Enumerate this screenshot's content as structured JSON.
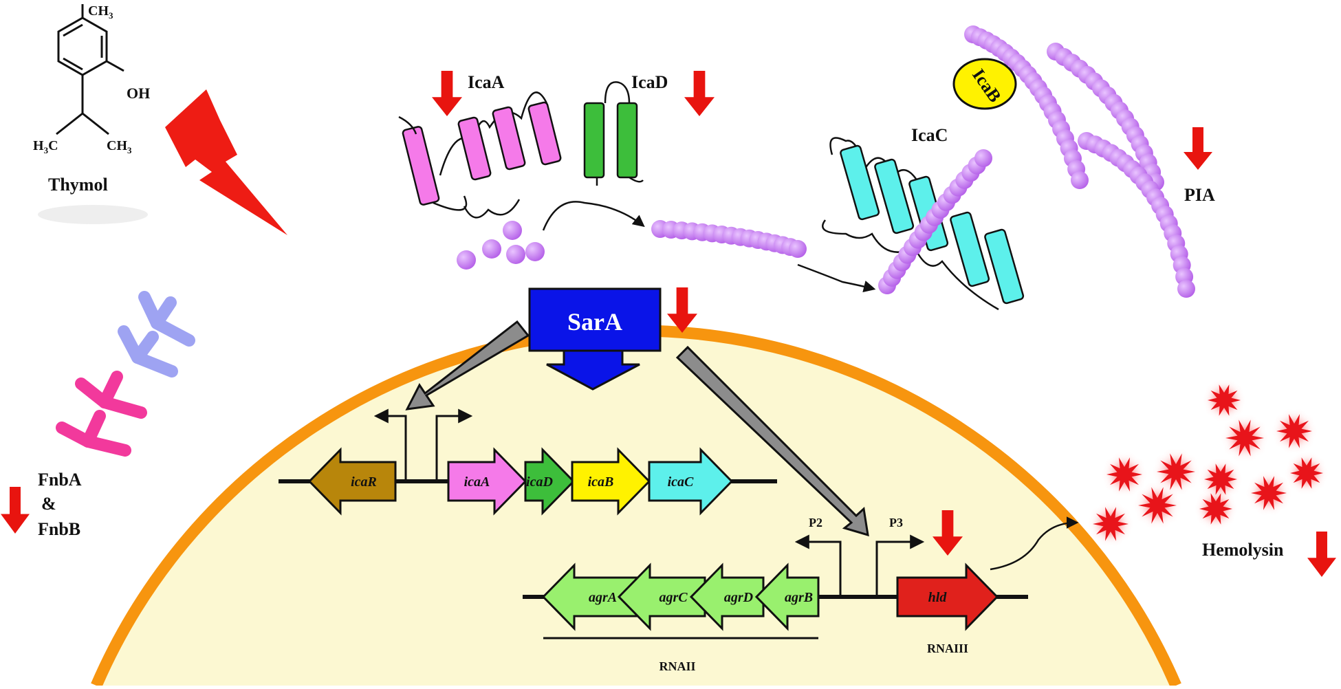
{
  "thymol": {
    "name": "Thymol",
    "methyl_top": "CH",
    "methyl_top_sub": "3",
    "hydroxyl": "OH",
    "methyl_left": "H",
    "methyl_left_sub": "3",
    "methyl_left_c": "C",
    "methyl_right": "CH",
    "methyl_right_sub": "3"
  },
  "membrane_proteins": {
    "icaA": "IcaA",
    "icaD": "IcaD",
    "icaB": "IcaB",
    "icaC": "IcaC",
    "pia": "PIA"
  },
  "regulator": {
    "sarA": "SarA"
  },
  "ica_operon": [
    "icaR",
    "icaA",
    "icaD",
    "icaB",
    "icaC"
  ],
  "agr_operon": [
    "agrA",
    "agrC",
    "agrD",
    "agrB"
  ],
  "hld_gene": "hld",
  "promoters": {
    "p2": "P2",
    "p3": "P3"
  },
  "transcripts": {
    "rnaII": "RNAII",
    "rnaIII": "RNAIII"
  },
  "surface": {
    "fnb_line1": "FnbA",
    "fnb_line2": "&",
    "fnb_line3": "FnbB"
  },
  "secreted": {
    "hemolysin": "Hemolysin"
  },
  "colors": {
    "membrane": "#F7950F",
    "cytoplasm": "#FCF8D2",
    "icaA": "#F57AE9",
    "icaD": "#3DBE3B",
    "icaC": "#5DF0EB",
    "icaB": "#FFF200",
    "icaR": "#B8860B",
    "agr": "#99F06E",
    "hld": "#E0211C",
    "sarA": "#0A14E8",
    "pia": "#C46BF0",
    "down_arrow": "#E8140F"
  }
}
